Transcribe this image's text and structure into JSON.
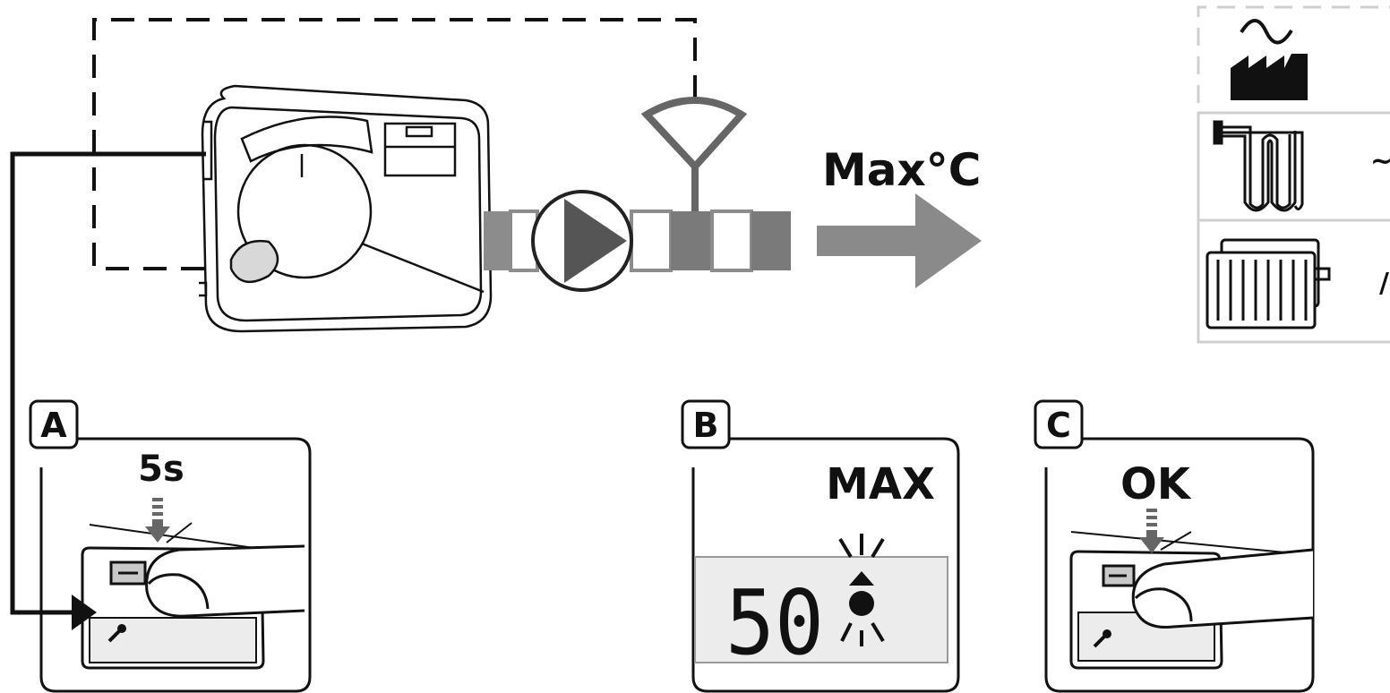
{
  "setpoint_label": "Max°C",
  "panels": [
    {
      "letter": "A",
      "caption": "5s"
    },
    {
      "letter": "B",
      "caption": "MAX",
      "display_value": "50"
    },
    {
      "letter": "C",
      "caption": "OK"
    }
  ],
  "colors": {
    "line": "#111111",
    "pipe_gray": "#8c8c8c",
    "pipe_dark": "#7a7a7a",
    "arrow_gray": "#8a8a8a",
    "lcd": "#ececec",
    "dashed": "#111111"
  },
  "icons": {
    "controller": "valve-controller-icon",
    "pump": "pump-icon",
    "sensor": "temperature-sensor-icon",
    "factory": "factory-icon",
    "floor_heating": "underfloor-heating-icon",
    "radiator": "radiator-icon",
    "wrench": "wrench-icon"
  }
}
